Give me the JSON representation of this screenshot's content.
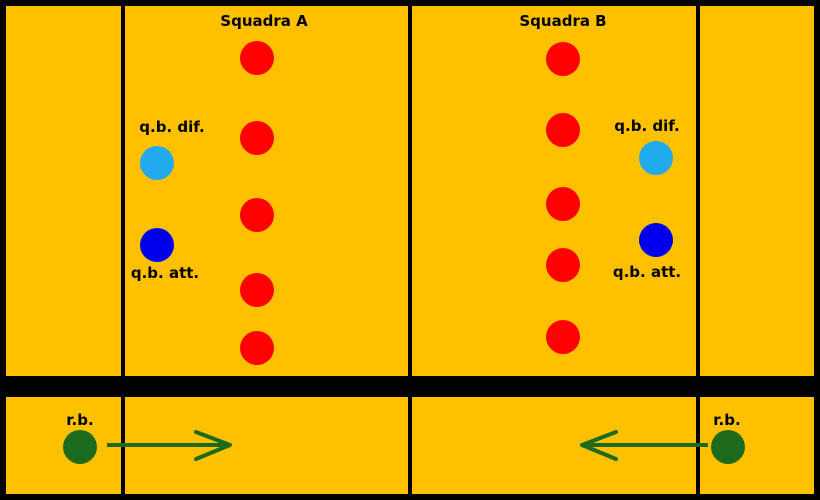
{
  "colors": {
    "field": "#FFC000",
    "lines": "#000000",
    "player": "#FF0000",
    "defender_qb": "#22AAEE",
    "attacker_qb": "#0000EE",
    "runner": "#1E6B1E",
    "arrow": "#1E6B1E"
  },
  "team_a": {
    "title": "Squadra A",
    "qb_def_label": "q.b. dif.",
    "qb_att_label": "q.b. att.",
    "players": 5
  },
  "team_b": {
    "title": "Squadra B",
    "qb_def_label": "q.b. dif.",
    "qb_att_label": "q.b. att.",
    "players": 5
  },
  "runway": {
    "left_label": "r.b.",
    "right_label": "r.b."
  }
}
